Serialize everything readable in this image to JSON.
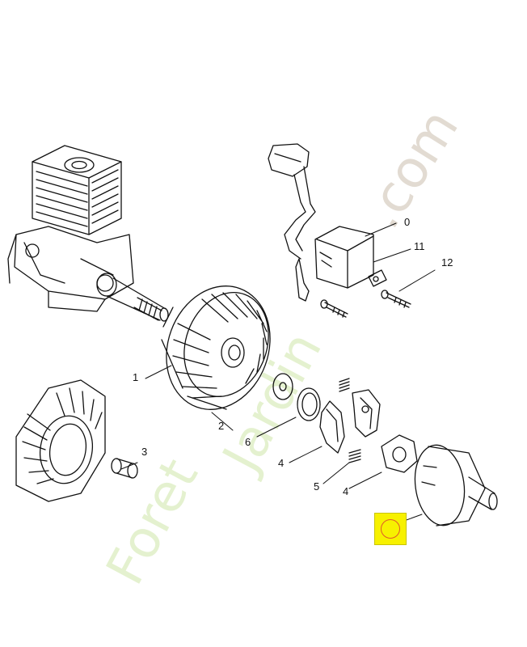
{
  "watermark": {
    "part1": "Foret",
    "part2": "Jardin",
    "part3": ".com"
  },
  "labels": {
    "l0": "0",
    "l11": "11",
    "l12": "12",
    "l1": "1",
    "l2": "2",
    "l6": "6",
    "l3": "3",
    "l4a": "4",
    "l5": "5",
    "l4b": "4"
  },
  "highlight": {
    "color": "#f7f100",
    "ring_color": "#e0582a"
  }
}
